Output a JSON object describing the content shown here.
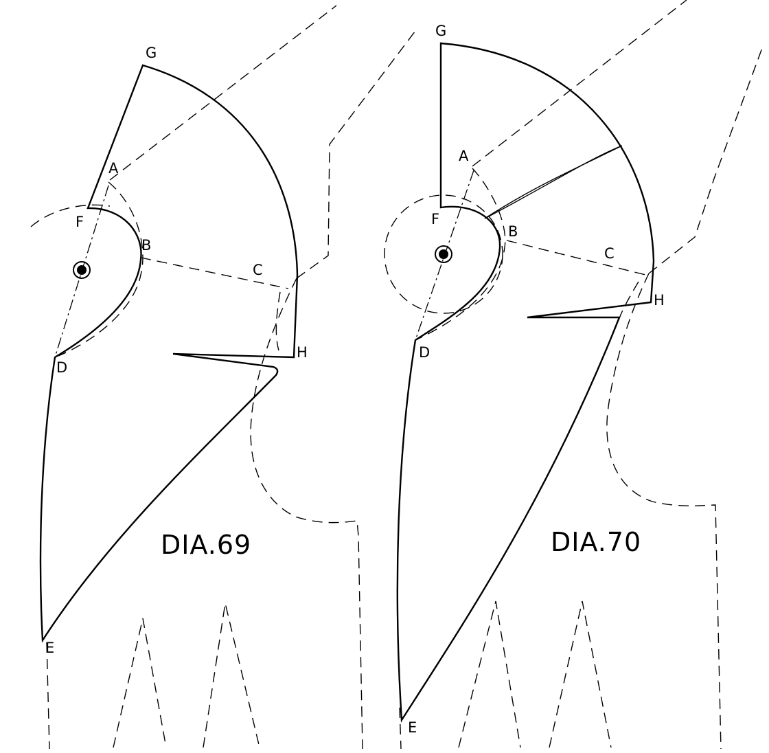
{
  "diagrams": [
    {
      "title": "DIA.69",
      "points": [
        "A",
        "B",
        "C",
        "D",
        "E",
        "F",
        "G",
        "H"
      ]
    },
    {
      "title": "DIA.70",
      "points": [
        "A",
        "B",
        "C",
        "D",
        "E",
        "F",
        "G",
        "H"
      ]
    }
  ],
  "colors": {
    "ink": "#000000",
    "paper": "#ffffff"
  }
}
